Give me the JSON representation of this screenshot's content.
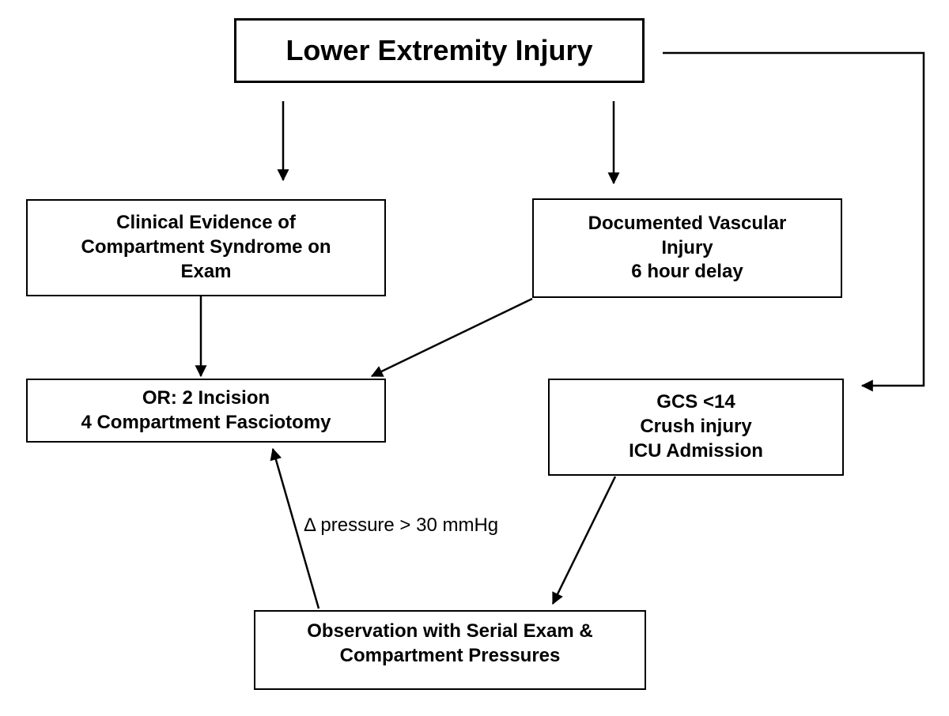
{
  "diagram": {
    "title": "Lower Extremity Injury",
    "nodes": {
      "clinical": "Clinical Evidence of\nCompartment Syndrome on\nExam",
      "vascular": "Documented Vascular\nInjury\n6 hour delay",
      "fasciotomy": "OR: 2 Incision\n4 Compartment Fasciotomy",
      "gcs": "GCS <14\nCrush injury\nICU Admission",
      "observation": "Observation with Serial Exam &\nCompartment Pressures"
    },
    "edge_label": "Δ pressure > 30 mmHg",
    "colors": {
      "line": "#000000",
      "background": "#ffffff",
      "box_fill": "#ffffff",
      "text": "#000000"
    }
  }
}
